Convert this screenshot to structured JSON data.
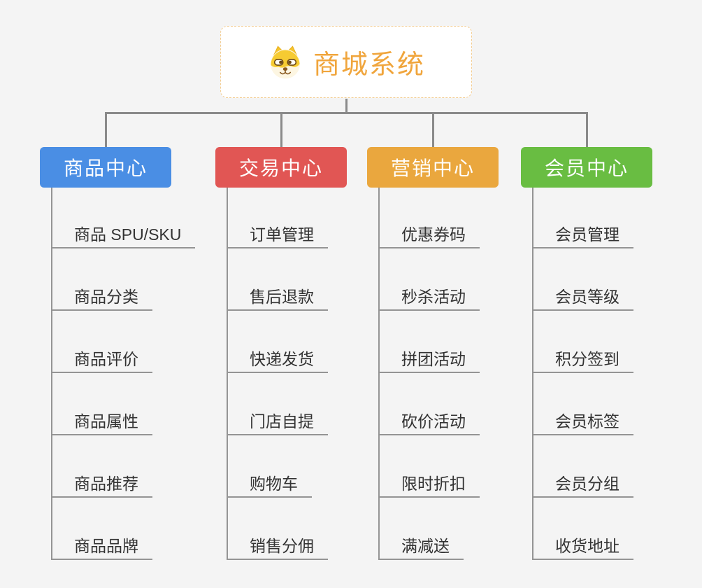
{
  "background_color": "#f4f4f4",
  "connector_color": "#8a8a8a",
  "tree_line_color": "#949494",
  "item_text_color": "#333333",
  "root": {
    "title": "商城系统",
    "icon": "dog-face-icon",
    "text_color": "#f0a53c",
    "border_color": "#f3cd92",
    "background": "#ffffff"
  },
  "branches": [
    {
      "id": "product-center",
      "label": "商品中心",
      "color": "#4a8ee4",
      "children": [
        "商品 SPU/SKU",
        "商品分类",
        "商品评价",
        "商品属性",
        "商品推荐",
        "商品品牌"
      ]
    },
    {
      "id": "trade-center",
      "label": "交易中心",
      "color": "#e15654",
      "children": [
        "订单管理",
        "售后退款",
        "快递发货",
        "门店自提",
        "购物车",
        "销售分佣"
      ]
    },
    {
      "id": "marketing-center",
      "label": "营销中心",
      "color": "#eaa73e",
      "children": [
        "优惠券码",
        "秒杀活动",
        "拼团活动",
        "砍价活动",
        "限时折扣",
        "满减送"
      ]
    },
    {
      "id": "member-center",
      "label": "会员中心",
      "color": "#69bd42",
      "children": [
        "会员管理",
        "会员等级",
        "积分签到",
        "会员标签",
        "会员分组",
        "收货地址"
      ]
    }
  ]
}
